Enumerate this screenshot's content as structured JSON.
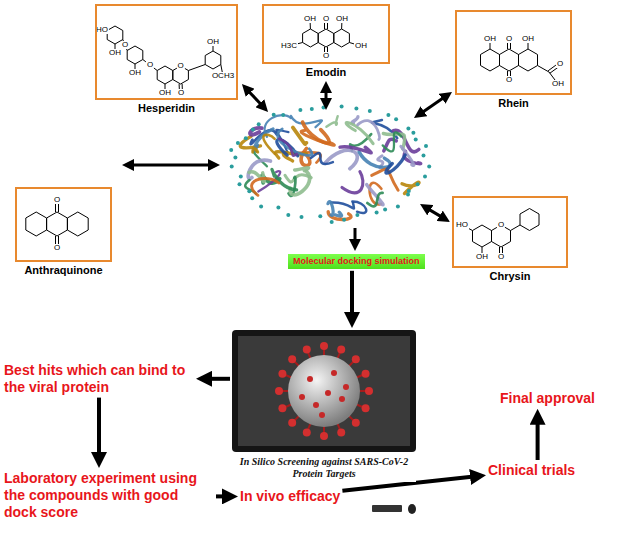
{
  "diagram": {
    "nodes": [
      {
        "text": [
          "Hesperidin"
        ]
      },
      {
        "text": [
          "Emodin"
        ]
      },
      {
        "text": [
          "Rhein"
        ]
      },
      {
        "text": [
          "Anthraquinone"
        ]
      },
      {
        "text": [
          "Chrysin"
        ]
      },
      {
        "text": [
          "Molecular docking simulation"
        ]
      },
      {
        "text": [
          "In Silico Screening against SARS-CoV-2 Protein Targets"
        ]
      },
      {
        "text": [
          "Best hits which can bind to the viral protein"
        ]
      },
      {
        "text": [
          "Laboratory experiment using the compounds with good dock score"
        ]
      },
      {
        "text": [
          "In vivo efficacy"
        ]
      },
      {
        "text": [
          "Clinical trials"
        ]
      },
      {
        "text": [
          "Final approval"
        ]
      }
    ],
    "edges": [
      {
        "from": 5,
        "to": 6,
        "arrow": "to"
      },
      {
        "from": 6,
        "to": 7,
        "arrow": "to"
      },
      {
        "from": 7,
        "to": 8,
        "arrow": "to"
      },
      {
        "from": 8,
        "to": 9,
        "arrow": "to"
      },
      {
        "from": 9,
        "to": 10,
        "arrow": "to"
      },
      {
        "from": 10,
        "to": 11,
        "arrow": "to"
      }
    ],
    "labels": [
      "HO",
      "OH",
      "O",
      "OH",
      "O",
      "O",
      "OH",
      "O",
      "OH",
      "OCH3",
      "OH",
      "O",
      "OH",
      "O",
      "H3C",
      "OH",
      "OH",
      "O",
      "OH",
      "O",
      "O",
      "OH",
      "O",
      "O",
      "HO",
      "OH",
      "O",
      "O"
    ]
  }
}
